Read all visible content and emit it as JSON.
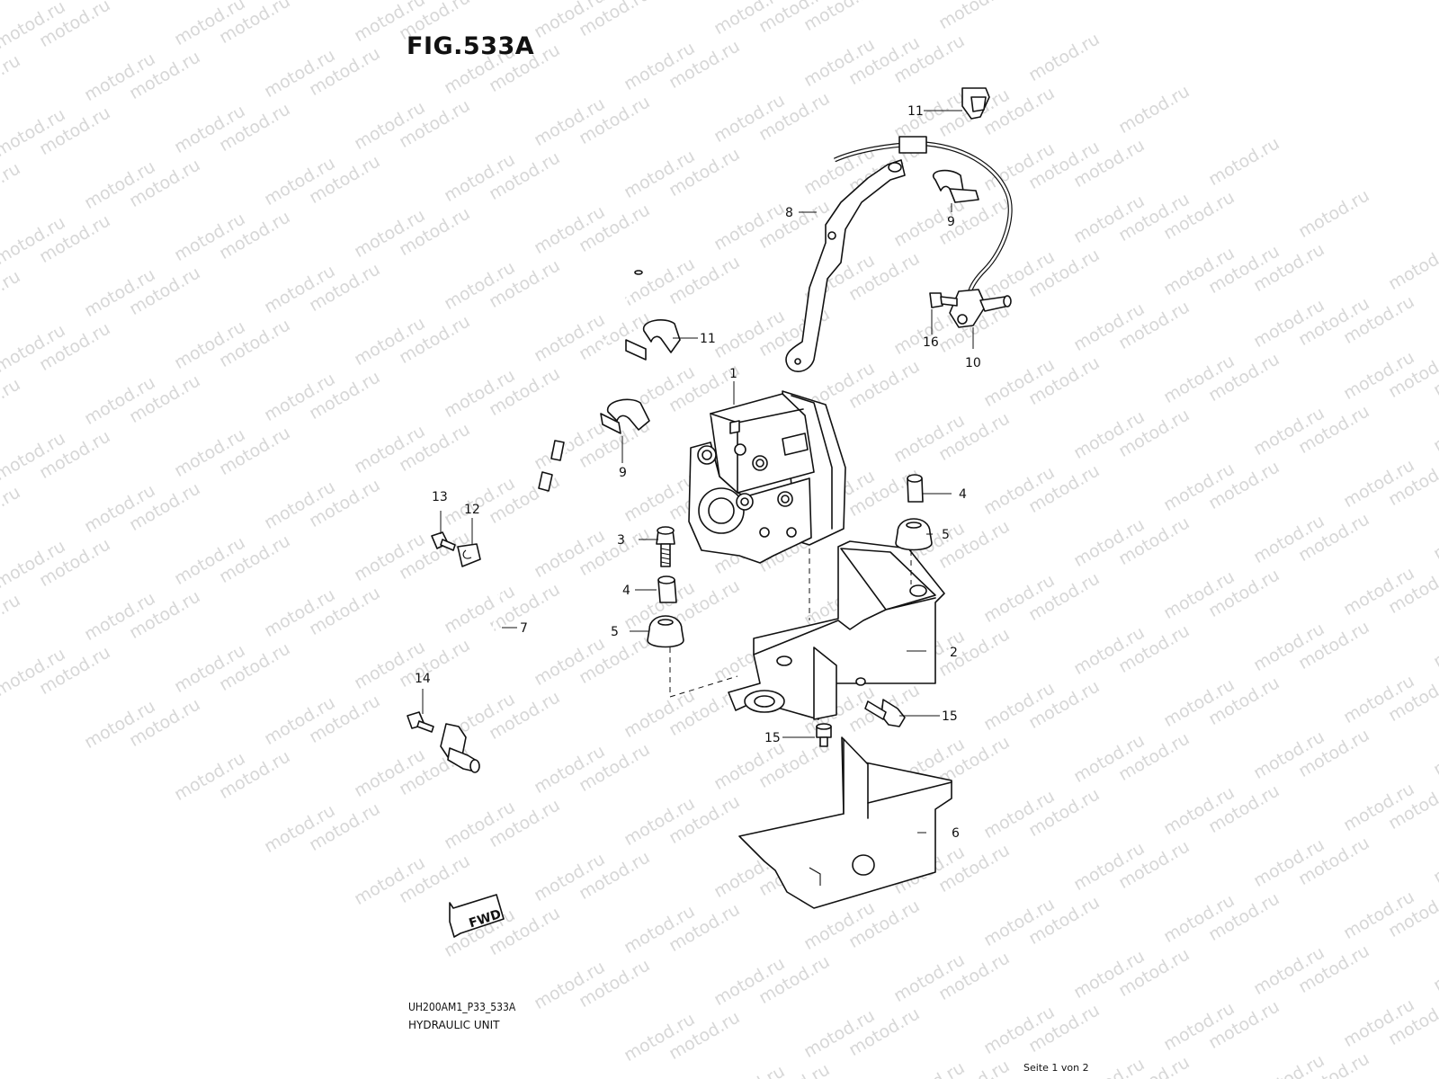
{
  "page": {
    "title": "FIG.533A",
    "diagram_code": "UH200AM1_P33_533A",
    "description": "HYDRAULIC UNIT",
    "page_indicator": "Seite 1 von 2"
  },
  "watermark": {
    "text": "motod.ru"
  },
  "fwd_arrow": {
    "label": "FWD"
  },
  "callouts": {
    "c1": "1",
    "c2": "2",
    "c3": "3",
    "c4a": "4",
    "c4b": "4",
    "c5a": "5",
    "c5b": "5",
    "c6": "6",
    "c7": "7",
    "c8": "8",
    "c9a": "9",
    "c9b": "9",
    "c10": "10",
    "c11a": "11",
    "c11b": "11",
    "c12": "12",
    "c13": "13",
    "c14": "14",
    "c15a": "15",
    "c15b": "15",
    "c16": "16"
  }
}
